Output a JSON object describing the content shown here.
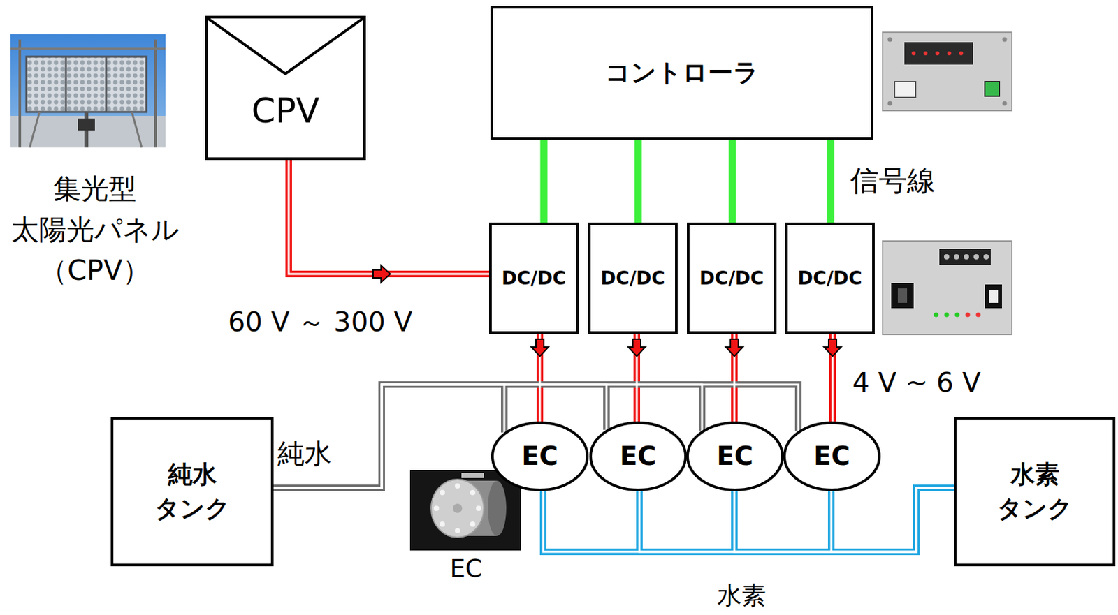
{
  "diagram": {
    "nodes": [
      {
        "text": [
          "CPV"
        ]
      },
      {
        "text": [
          "コントローラ"
        ]
      },
      {
        "text": [
          "DC/DC"
        ]
      },
      {
        "text": [
          "DC/DC"
        ]
      },
      {
        "text": [
          "DC/DC"
        ]
      },
      {
        "text": [
          "DC/DC"
        ]
      },
      {
        "text": [
          "純水 タンク"
        ]
      },
      {
        "text": [
          "EC"
        ]
      },
      {
        "text": [
          "EC"
        ]
      },
      {
        "text": [
          "EC"
        ]
      },
      {
        "text": [
          "EC"
        ]
      },
      {
        "text": [
          "水素 タンク"
        ]
      }
    ],
    "edges": [
      {
        "from": 0,
        "to": 2,
        "arrow": "to"
      },
      {
        "from": 1,
        "to": 2,
        "arrow": "none"
      },
      {
        "from": 1,
        "to": 3,
        "arrow": "none"
      },
      {
        "from": 1,
        "to": 4,
        "arrow": "none"
      },
      {
        "from": 1,
        "to": 5,
        "arrow": "none"
      },
      {
        "from": 2,
        "to": 7,
        "arrow": "to"
      },
      {
        "from": 3,
        "to": 8,
        "arrow": "to"
      },
      {
        "from": 4,
        "to": 9,
        "arrow": "to"
      },
      {
        "from": 5,
        "to": 10,
        "arrow": "to"
      },
      {
        "from": 6,
        "to": 7,
        "arrow": "none"
      },
      {
        "from": 6,
        "to": 8,
        "arrow": "none"
      },
      {
        "from": 6,
        "to": 9,
        "arrow": "none"
      },
      {
        "from": 6,
        "to": 10,
        "arrow": "none"
      },
      {
        "from": 7,
        "to": 11,
        "arrow": "none"
      },
      {
        "from": 8,
        "to": 11,
        "arrow": "none"
      },
      {
        "from": 9,
        "to": 11,
        "arrow": "none"
      },
      {
        "from": 10,
        "to": 11,
        "arrow": "none"
      }
    ],
    "labels": [
      "集光型 太陽光パネル （CPV）",
      "信号線",
      "60 V ～ 300 V",
      "4 V ~ 6 V",
      "純水",
      "EC",
      "水素"
    ]
  }
}
